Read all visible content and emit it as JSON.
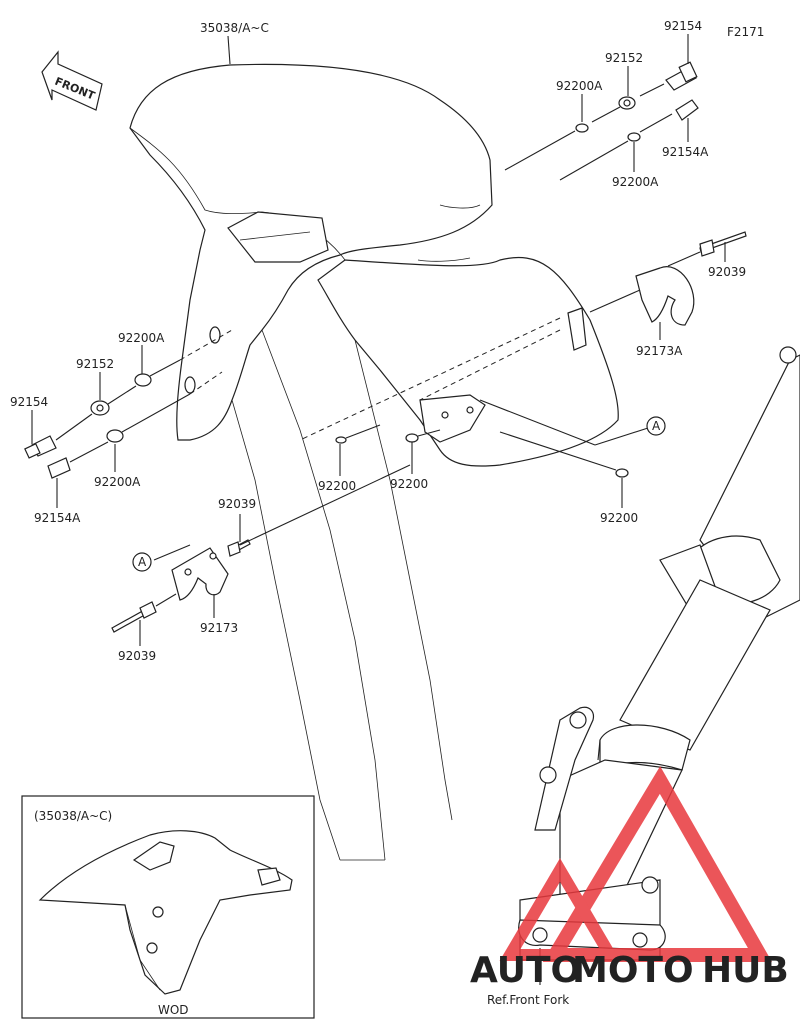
{
  "figure_code": "F2171",
  "direction_label": "FRONT",
  "callouts": [
    {
      "id": "fender-main",
      "text": "35038/A~C"
    },
    {
      "id": "bolt-r-top",
      "text": "92154"
    },
    {
      "id": "collar-r",
      "text": "92152"
    },
    {
      "id": "washer-r-top",
      "text": "92200A"
    },
    {
      "id": "bolt-r-bottom",
      "text": "92154A"
    },
    {
      "id": "washer-r-bottom",
      "text": "92200A"
    },
    {
      "id": "rivet-r",
      "text": "92039"
    },
    {
      "id": "clamp-r",
      "text": "92173A"
    },
    {
      "id": "ref-a-right",
      "text": "A"
    },
    {
      "id": "washer-l-top",
      "text": "92200A"
    },
    {
      "id": "collar-l",
      "text": "92152"
    },
    {
      "id": "bolt-l-top",
      "text": "92154"
    },
    {
      "id": "washer-l-bottom",
      "text": "92200A"
    },
    {
      "id": "bolt-l-bottom",
      "text": "92154A"
    },
    {
      "id": "washer-c1",
      "text": "92200"
    },
    {
      "id": "washer-c2",
      "text": "92200"
    },
    {
      "id": "washer-c3",
      "text": "92200"
    },
    {
      "id": "rivet-l-top",
      "text": "92039"
    },
    {
      "id": "ref-a-left",
      "text": "A"
    },
    {
      "id": "clamp-l",
      "text": "92173"
    },
    {
      "id": "rivet-l-bottom",
      "text": "92039"
    }
  ],
  "inset": {
    "title": "(35038/A~C)",
    "caption": "WOD"
  },
  "ref_label": "Ref.Front Fork",
  "watermark": {
    "part1": "AUTO",
    "part2": "MOTO",
    "part3": "HUB",
    "color_primary": "#f2a93b",
    "color_secondary": "#333333",
    "logo_color": "#e8383d"
  }
}
